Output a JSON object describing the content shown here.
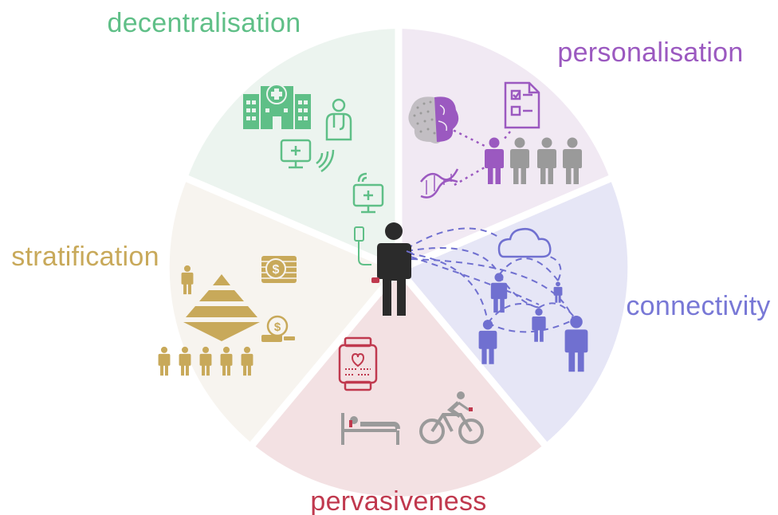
{
  "labels": {
    "decentralisation": "decentralisation",
    "personalisation": "personalisation",
    "connectivity": "connectivity",
    "pervasiveness": "pervasiveness",
    "stratification": "stratification"
  },
  "colors": {
    "decentralisation": "#5fbf87",
    "personalisation": "#9b59c0",
    "connectivity": "#7878d6",
    "pervasiveness": "#c0394e",
    "stratification": "#c8a95a",
    "center_person": "#2b2b2b",
    "grey_icon": "#9a9a9a"
  },
  "icons": {
    "decentralisation": [
      "hospital-icon",
      "doctor-icon",
      "monitor-icon",
      "wireless-monitor-icon"
    ],
    "personalisation": [
      "brain-icon",
      "checklist-icon",
      "dna-icon",
      "person-group-icon"
    ],
    "connectivity": [
      "cloud-icon",
      "connected-people-icon"
    ],
    "pervasiveness": [
      "smartwatch-icon",
      "bed-icon",
      "cyclist-icon"
    ],
    "stratification": [
      "pyramid-icon",
      "coins-icon",
      "payment-icon",
      "population-icon"
    ]
  }
}
